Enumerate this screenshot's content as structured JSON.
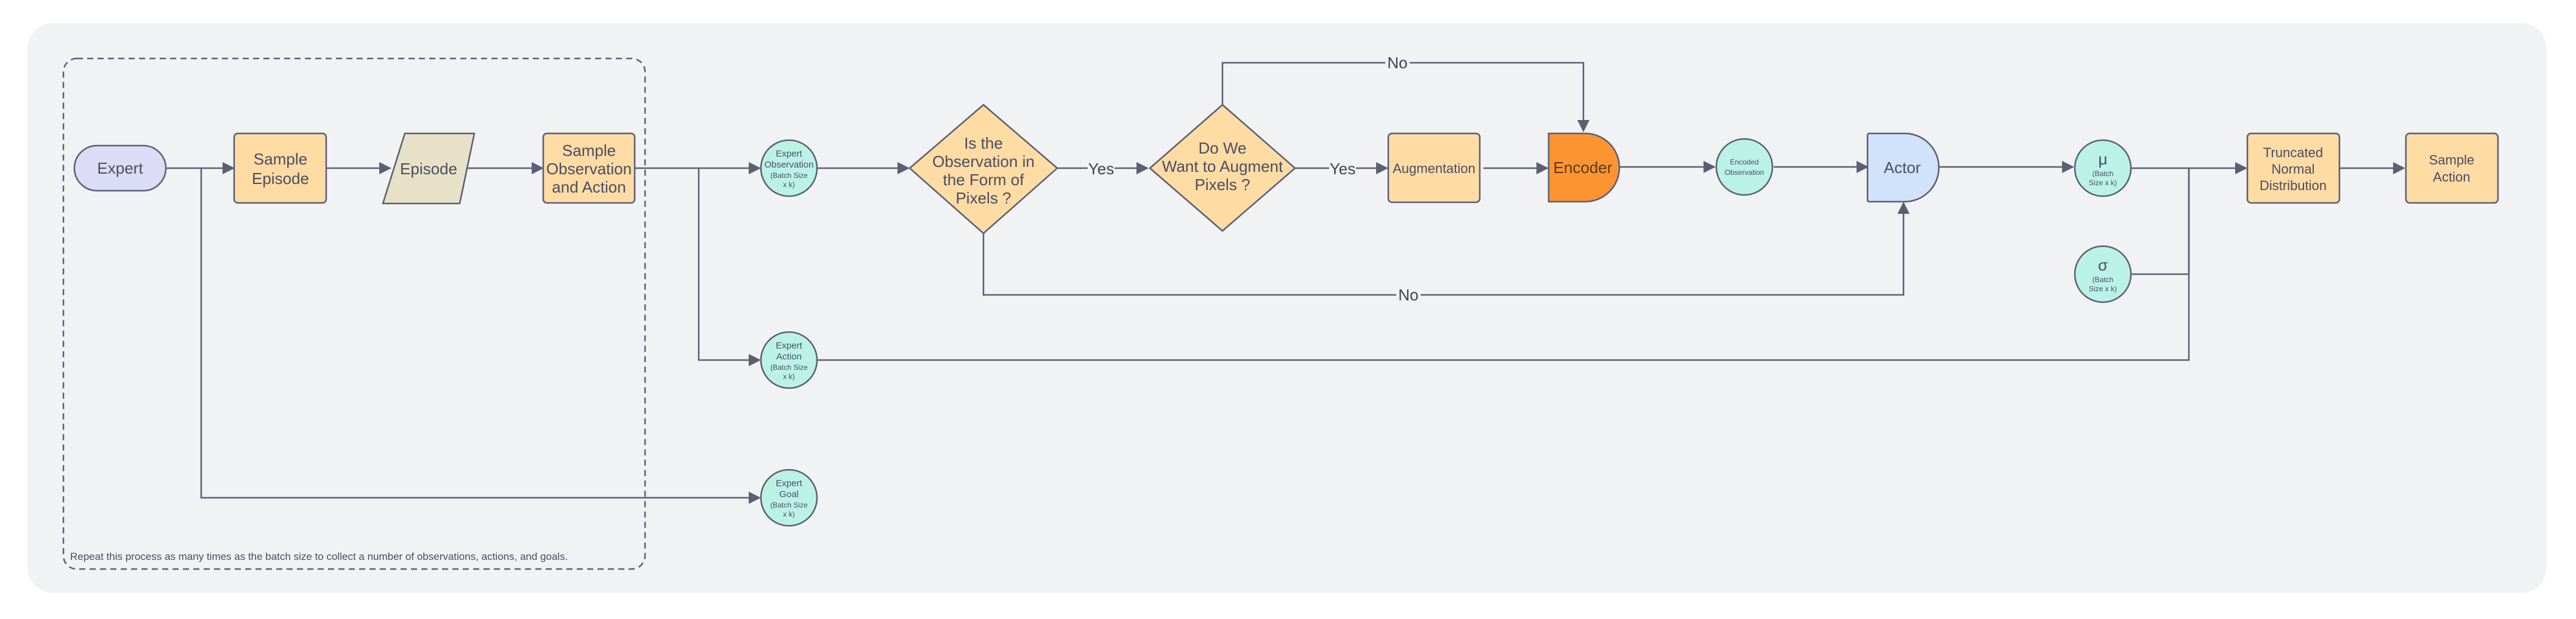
{
  "colors": {
    "background": "#f1f2f4",
    "edge": "#5b5f73",
    "terminal_fill": "#dddcf6",
    "process_fill": "#fedca4",
    "io_fill": "#e7e2c7",
    "decision_fill": "#fedca4",
    "encoder_fill": "#fc9432",
    "actor_fill": "#d1e3fa",
    "circle_fill": "#bbf2e7",
    "stroke": "#5b5f73"
  },
  "nodes": {
    "expert": "Expert",
    "sample_episode": [
      "Sample",
      "Episode"
    ],
    "episode": "Episode",
    "sample_obs_action": [
      "Sample",
      "Observation",
      "and Action"
    ],
    "expert_observation": [
      "Expert",
      "Observation",
      "(Batch Size",
      "x k)"
    ],
    "decision_pixels": [
      "Is the",
      "Observation in",
      "the Form of",
      "Pixels ?"
    ],
    "decision_augment": [
      "Do We",
      "Want to Augment",
      "Pixels ?"
    ],
    "augmentation": "Augmentation",
    "encoder": "Encoder",
    "encoded_observation": [
      "Encoded",
      "Observation"
    ],
    "actor": "Actor",
    "mu": [
      "μ",
      "(Batch",
      "Size x k)"
    ],
    "sigma": [
      "σ",
      "(Batch",
      "Size x k)"
    ],
    "truncated_normal": [
      "Truncated",
      "Normal",
      "Distribution"
    ],
    "sample_action": [
      "Sample",
      "Action"
    ],
    "expert_action": [
      "Expert",
      "Action",
      "(Batch Size",
      "x k)"
    ],
    "expert_goal": [
      "Expert",
      "Goal",
      "(Batch Size",
      "x k)"
    ]
  },
  "edge_labels": {
    "yes_1": "Yes",
    "yes_2": "Yes",
    "no_top": "No",
    "no_bottom": "No"
  },
  "group_note": "Repeat this process as many times as the batch size to collect a number of observations, actions, and goals."
}
